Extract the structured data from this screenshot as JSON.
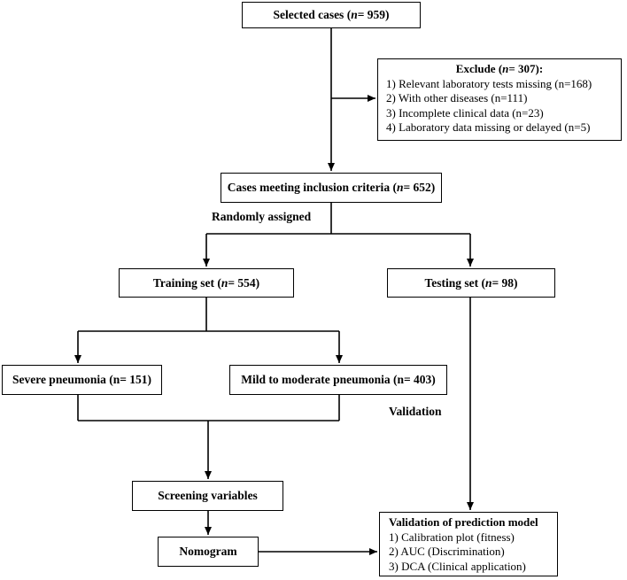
{
  "boxes": {
    "selected": {
      "pre": "Selected cases (",
      "n": "n",
      "post": "= 959)"
    },
    "inclusion": {
      "pre": "Cases meeting inclusion criteria (",
      "n": "n",
      "post": "= 652)"
    },
    "training": {
      "pre": "Training set (",
      "n": "n",
      "post": "= 554)"
    },
    "testing": {
      "pre": "Testing set (",
      "n": "n",
      "post": "= 98)"
    },
    "severe": "Severe pneumonia (n= 151)",
    "mild": "Mild to moderate pneumonia (n= 403)",
    "screening": "Screening variables",
    "nomogram": "Nomogram"
  },
  "exclude": {
    "title_pre": "Exclude (",
    "title_n": "n",
    "title_post": "= 307):",
    "items": [
      "1) Relevant laboratory tests missing (n=168)",
      "2) With other diseases (n=111)",
      "3) Incomplete clinical data (n=23)",
      "4) Laboratory data missing or delayed (n=5)"
    ]
  },
  "validation_box": {
    "title": "Validation of prediction model",
    "items": [
      "1) Calibration plot (fitness)",
      "2) AUC (Discrimination)",
      "3) DCA (Clinical application)"
    ]
  },
  "labels": {
    "random": "Randomly assigned",
    "validation": "Validation"
  }
}
